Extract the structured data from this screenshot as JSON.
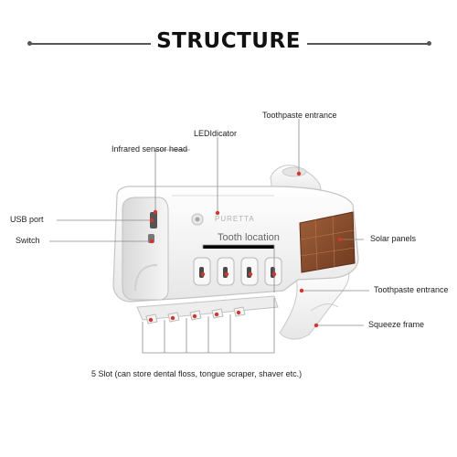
{
  "header": {
    "title": "STRUCTURE"
  },
  "product": {
    "brand": "PURETTA",
    "zone_label": "Tooth location"
  },
  "callouts": {
    "toothpaste_top": "Toothpaste entrance",
    "led": "LEDIdicator",
    "infrared": "Infrared sensor head",
    "usb": "USB port",
    "switch": "Switch",
    "solar": "Solar panels",
    "toothpaste_side": "Toothpaste entrance",
    "squeeze": "Squeeze frame",
    "slots": "5 Slot (can store dental floss, tongue scraper, shaver etc.)"
  },
  "colors": {
    "marker": "#d9342b",
    "leader": "#8a8a8a",
    "body": "#f3f3f3",
    "panel": "#8a4e2c"
  }
}
